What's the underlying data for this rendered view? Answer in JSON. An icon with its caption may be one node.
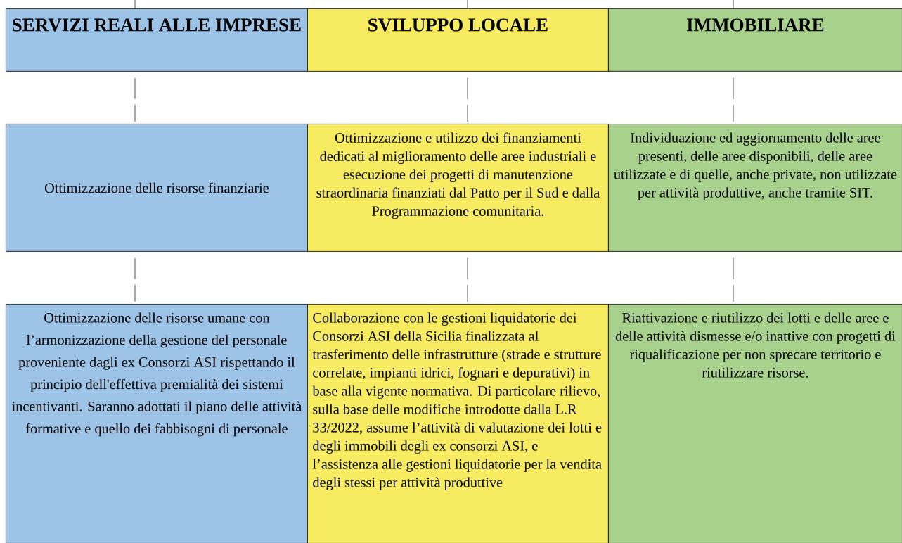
{
  "diagram": {
    "nodes": [
      {
        "text": [
          "SERVIZI REALI ALLE IMPRESE"
        ]
      },
      {
        "text": [
          "SVILUPPO LOCALE"
        ]
      },
      {
        "text": [
          "IMMOBILIARE"
        ]
      },
      {
        "text": [
          "Ottimizzazione delle risorse finanziarie"
        ]
      },
      {
        "text": [
          "Ottimizzazione e utilizzo dei finanziamenti dedicati al miglioramento delle aree industriali e esecuzione dei progetti di manutenzione straordinaria finanziati dal Patto per il Sud e dalla Programmazione comunitaria."
        ]
      },
      {
        "text": [
          "Individuazione ed aggiornamento delle aree presenti, delle aree disponibili, delle aree utilizzate e di quelle, anche private, non utilizzate per attività produttive, anche tramite SIT."
        ]
      },
      {
        "text": [
          "Ottimizzazione delle risorse umane con l’armonizzazione della gestione del personale proveniente dagli ex Consorzi ASI rispettando il principio dell'effettiva premialità dei sistemi incentivanti. Saranno adottati il piano delle attività formative e quello dei fabbisogni di personale"
        ]
      },
      {
        "text": [
          "Collaborazione con le gestioni liquidatorie dei Consorzi ASI della Sicilia finalizzata al trasferimento delle infrastrutture (strade e strutture correlate, impianti idrici, fognari e depurativi) in base alla vigente normativa. Di particolare rilievo, sulla base delle modifiche introdotte dalla L.R 33/2022, assume l’attività di valutazione dei lotti e degli immobili degli ex consorzi ASI, e l’assistenza alle gestioni liquidatorie per la vendita degli stessi per attività produttive"
        ]
      },
      {
        "text": [
          "Riattivazione e riutilizzo dei lotti e delle aree e delle attività dismesse e/o inattive con progetti di riqualificazione per non sprecare territorio e riutilizzare risorse."
        ]
      }
    ],
    "edges": [
      {
        "from": null,
        "to": 0,
        "arrow": "none"
      },
      {
        "from": null,
        "to": 1,
        "arrow": "none"
      },
      {
        "from": null,
        "to": 2,
        "arrow": "none"
      },
      {
        "from": 0,
        "to": 3,
        "arrow": "none",
        "style": "dashed"
      },
      {
        "from": 1,
        "to": 4,
        "arrow": "none",
        "style": "dashed"
      },
      {
        "from": 2,
        "to": 5,
        "arrow": "none",
        "style": "dashed"
      },
      {
        "from": 3,
        "to": 6,
        "arrow": "none",
        "style": "dashed"
      },
      {
        "from": 4,
        "to": 7,
        "arrow": "none",
        "style": "dashed"
      },
      {
        "from": 5,
        "to": 8,
        "arrow": "none",
        "style": "dashed"
      }
    ]
  }
}
